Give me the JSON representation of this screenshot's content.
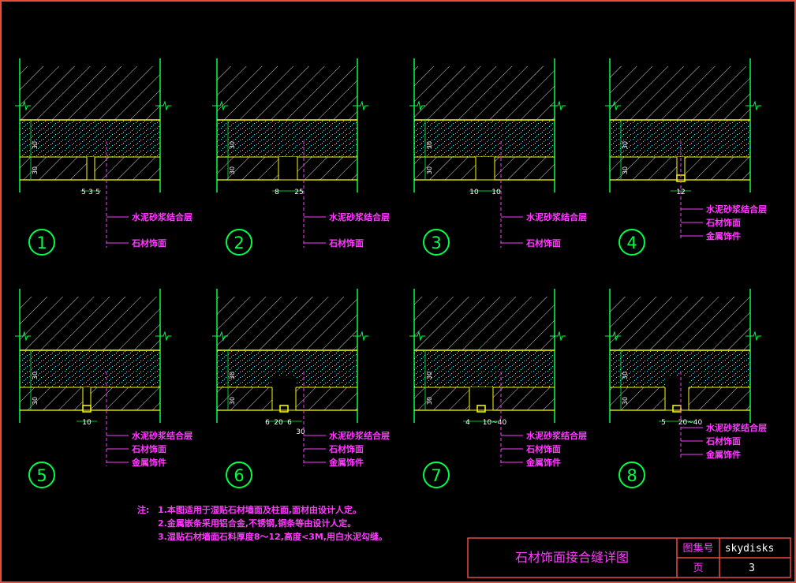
{
  "details": [
    {
      "number": "1",
      "dims": [
        "30",
        "30",
        "5",
        "3",
        "5"
      ],
      "callouts": [
        "水泥砂浆结合层",
        "石材饰面"
      ]
    },
    {
      "number": "2",
      "dims": [
        "30",
        "30",
        "8",
        "25"
      ],
      "callouts": [
        "水泥砂浆结合层",
        "石材饰面"
      ]
    },
    {
      "number": "3",
      "dims": [
        "30",
        "30",
        "10",
        "10"
      ],
      "callouts": [
        "水泥砂浆结合层",
        "石材饰面"
      ]
    },
    {
      "number": "4",
      "dims": [
        "30",
        "30",
        "12"
      ],
      "callouts": [
        "水泥砂浆结合层",
        "石材饰面",
        "金属饰件"
      ]
    },
    {
      "number": "5",
      "dims": [
        "30",
        "30",
        "10"
      ],
      "callouts": [
        "水泥砂浆结合层",
        "石材饰面",
        "金属饰件"
      ]
    },
    {
      "number": "6",
      "dims": [
        "30",
        "30",
        "6",
        "20",
        "6",
        "30"
      ],
      "callouts": [
        "水泥砂浆结合层",
        "石材饰面",
        "金属饰件"
      ]
    },
    {
      "number": "7",
      "dims": [
        "30",
        "30",
        "4",
        "10~40"
      ],
      "callouts": [
        "水泥砂浆结合层",
        "石材饰面",
        "金属饰件"
      ]
    },
    {
      "number": "8",
      "dims": [
        "30",
        "30",
        "5",
        "20~40"
      ],
      "callouts": [
        "水泥砂浆结合层",
        "石材饰面",
        "金属饰件"
      ]
    }
  ],
  "notes": {
    "label": "注:",
    "lines": [
      "1.本图适用于湿贴石材墙面及柱面,面材由设计人定。",
      "2.金属嵌条采用铝合金,不锈钢,铜条等由设计人定。",
      "3.湿贴石材墙面石料厚度8～12,高度<3M,用白水泥勾缝。"
    ]
  },
  "title_block": {
    "title": "石材饰面接合缝详图",
    "atlas_label": "图集号",
    "atlas_value": "skydisks",
    "page_label": "页",
    "page_value": "3"
  },
  "colors": {
    "background": "#000000",
    "hatch": "#ffffff",
    "mortar_dots": "#4fe8ff",
    "yellow": "#ffff00",
    "green": "#00ff44",
    "magenta": "#ff3bff",
    "frame": "#e84c3d"
  }
}
